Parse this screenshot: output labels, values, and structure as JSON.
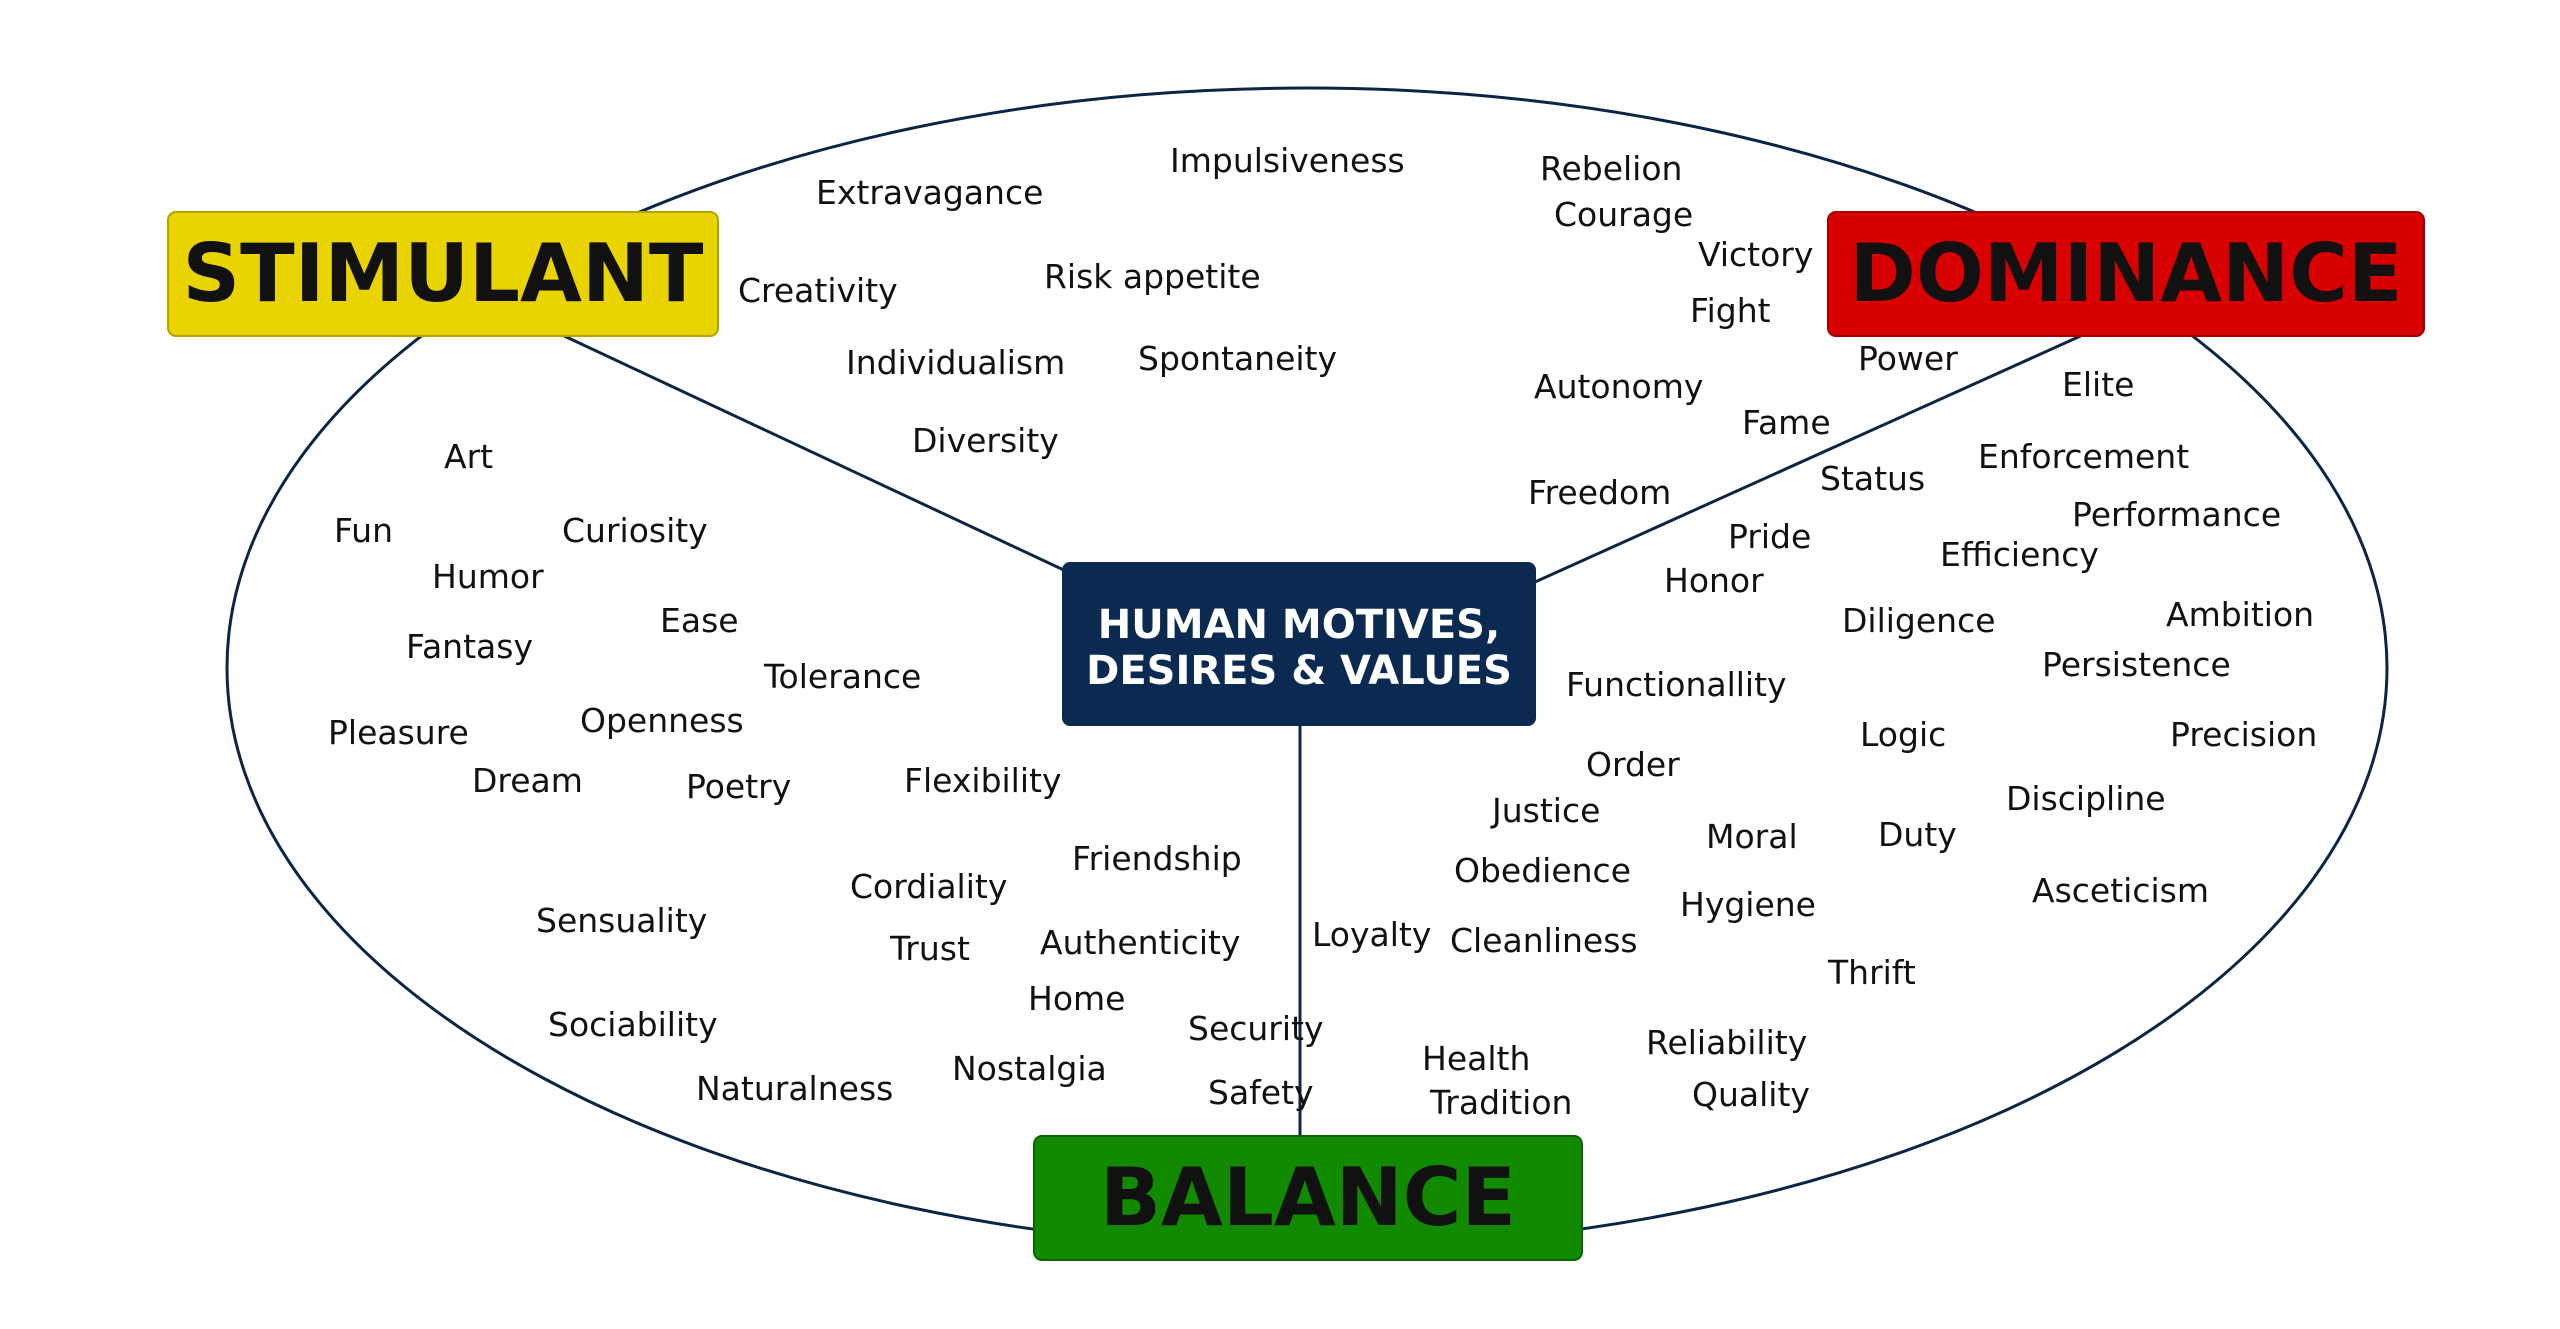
{
  "colors": {
    "stimulant": "#e9d400",
    "dominance": "#d80000",
    "balance": "#128a00",
    "center": "#0b2a52",
    "lines": "#0b2545"
  },
  "center": {
    "line1": "HUMAN MOTIVES,",
    "line2": "DESIRES & VALUES"
  },
  "categories": {
    "stimulant": "STIMULANT",
    "dominance": "DOMINANCE",
    "balance": "BALANCE"
  },
  "words": [
    "Impulsiveness",
    "Extravagance",
    "Rebelion",
    "Courage",
    "Creativity",
    "Risk appetite",
    "Victory",
    "Fight",
    "Individualism",
    "Spontaneity",
    "Power",
    "Autonomy",
    "Elite",
    "Fame",
    "Art",
    "Diversity",
    "Enforcement",
    "Status",
    "Freedom",
    "Fun",
    "Curiosity",
    "Performance",
    "Pride",
    "Efficiency",
    "Humor",
    "Honor",
    "Ease",
    "Diligence",
    "Ambition",
    "Fantasy",
    "Persistence",
    "Tolerance",
    "Functionallity",
    "Openness",
    "Pleasure",
    "Logic",
    "Precision",
    "Dream",
    "Order",
    "Poetry",
    "Flexibility",
    "Discipline",
    "Justice",
    "Moral",
    "Duty",
    "Friendship",
    "Obedience",
    "Cordiality",
    "Asceticism",
    "Hygiene",
    "Sensuality",
    "Authenticity",
    "Trust",
    "Loyalty",
    "Cleanliness",
    "Thrift",
    "Home",
    "Sociability",
    "Security",
    "Reliability",
    "Nostalgia",
    "Health",
    "Naturalness",
    "Safety",
    "Quality",
    "Tradition"
  ]
}
